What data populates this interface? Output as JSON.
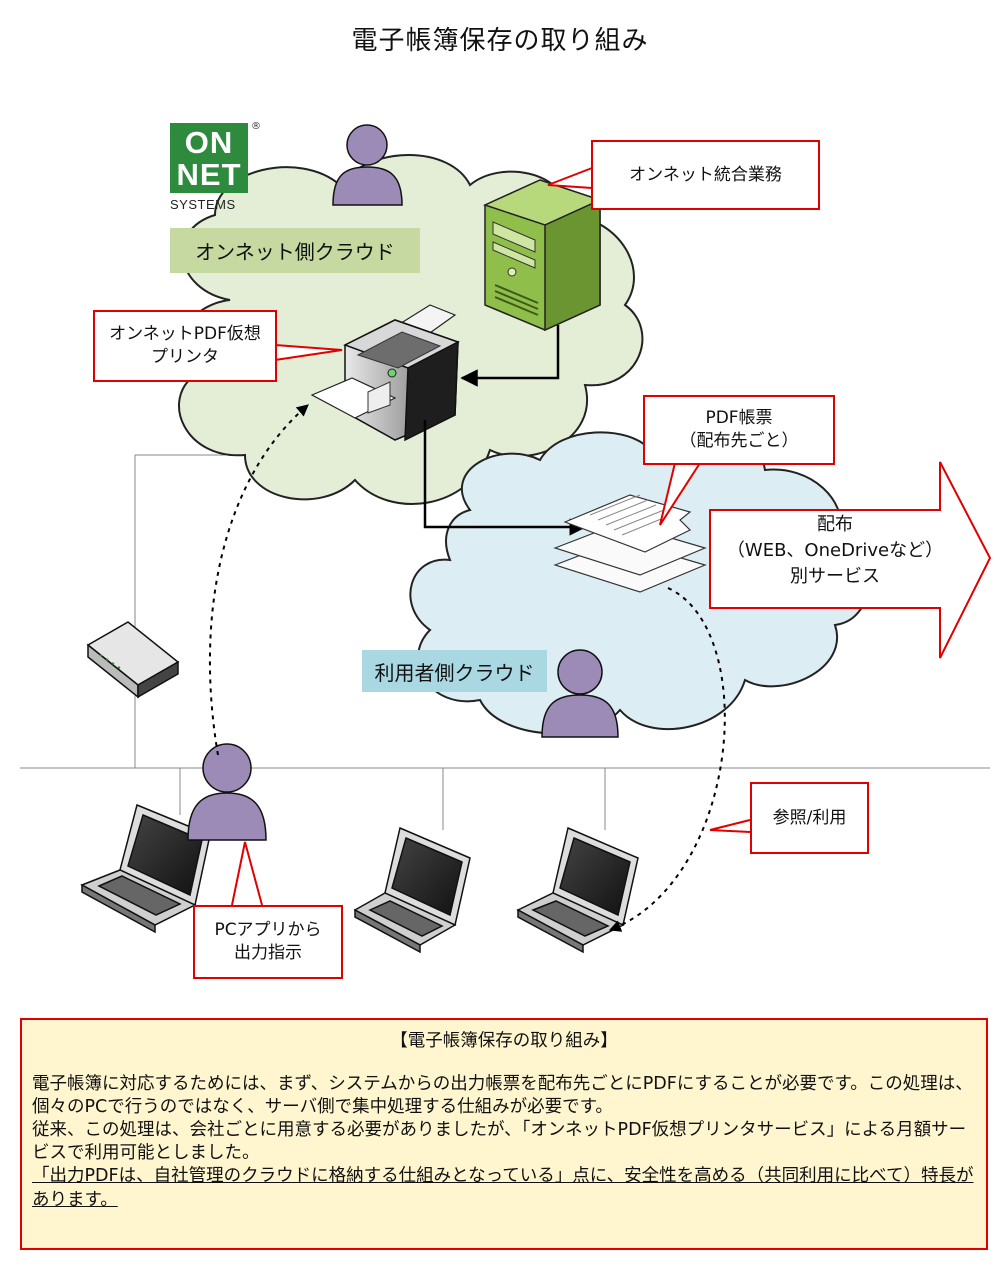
{
  "title": "電子帳簿保存の取り組み",
  "logo": {
    "line1": "ON",
    "line2": "NET",
    "sub": "SYSTEMS",
    "reg": "®",
    "color": "#2e8b3e"
  },
  "clouds": {
    "onnet_label": "オンネット側クラウド",
    "onnet_label_color": "#c5d9a0",
    "user_label": "利用者側クラウド",
    "user_label_color": "#a9d8e3"
  },
  "callouts": {
    "integrated": "オンネット統合業務",
    "virtual_printer": "オンネットPDF仮想\nプリンタ",
    "pdf_forms": "PDF帳票\n（配布先ごと）",
    "reference": "参照/利用",
    "pc_output": "PCアプリから\n出力指示"
  },
  "distribution": {
    "line1": "配布",
    "line2": "（WEB、OneDriveなど）",
    "line3": "別サービス"
  },
  "colors": {
    "callout_border": "#e00000",
    "person": "#9b8bb6",
    "server": "#8fbf4a",
    "note_background": "#fff6d0"
  },
  "note": {
    "heading": "【電子帳簿保存の取り組み】",
    "p1": "電子帳簿に対応するためには、まず、システムからの出力帳票を配布先ごとにPDFにすることが必要です。この処理は、個々のPCで行うのではなく、サーバ側で集中処理する仕組みが必要です。",
    "p2": "従来、この処理は、会社ごとに用意する必要がありましたが、「オンネットPDF仮想プリンタサービス」による月額サービスで利用可能としました。",
    "p3": "「出力PDFは、自社管理のクラウドに格納する仕組みとなっている」点に、安全性を高める（共同利用に比べて）特長があります。"
  }
}
